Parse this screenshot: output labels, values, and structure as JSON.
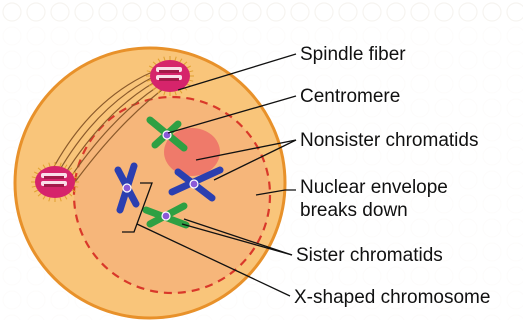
{
  "labels": {
    "spindle_fiber": "Spindle fiber",
    "centromere": "Centromere",
    "nonsister_chromatids": "Nonsister chromatids",
    "nuclear_envelope_line1": "Nuclear envelope",
    "nuclear_envelope_line2": "breaks down",
    "sister_chromatids": "Sister chromatids",
    "x_shaped_chromosome": "X-shaped chromosome"
  },
  "colors": {
    "cell_fill": "#f9c57a",
    "cell_stroke": "#e8912a",
    "nucleus_fill": "#f6b67a",
    "nucleus_dash": "#d9382a",
    "highlight": "#ef7a6a",
    "chromosome_green": "#2ea043",
    "chromosome_blue": "#2b3fb0",
    "centromere": "#8a5ad8",
    "centrosome": "#d6246b",
    "leader_line": "#111111"
  },
  "icons": [
    "centrosome-icon",
    "centromere-icon"
  ]
}
